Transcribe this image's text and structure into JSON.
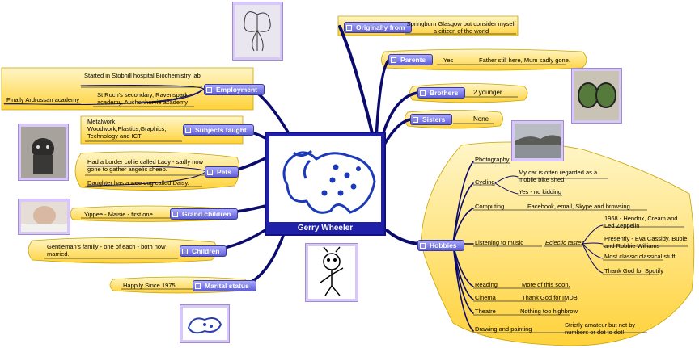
{
  "central": {
    "title": "Gerry Wheeler"
  },
  "branches": {
    "originally_from": {
      "label": "Originally from",
      "text": "Springburn Glasgow but consider myself a citizen of the world"
    },
    "parents": {
      "label": "Parents",
      "sub": "Yes",
      "text": "Father still here, Mum sadly gone."
    },
    "brothers": {
      "label": "Brothers",
      "text": "2 younger"
    },
    "sisters": {
      "label": "Sisters",
      "text": "None"
    },
    "employment": {
      "label": "Employment",
      "items": [
        "Started in Stobhill hospital Biochemistry lab",
        "St Roch's secondary, Ravenspark academy, Auchenharvie academy",
        "Finally Ardrossan academy"
      ]
    },
    "subjects": {
      "label": "Subjects taught",
      "text": "Metalwork, Woodwork,Plastics,Graphics, Technology and ICT"
    },
    "pets": {
      "label": "Pets",
      "items": [
        "Had a border collie called Lady - sadly now gone to gather angelic sheep.",
        "Daughter has a wee dog called Daisy."
      ]
    },
    "grand_children": {
      "label": "Grand children",
      "text": "Yippee - Maisie - first one"
    },
    "children": {
      "label": "Children",
      "text": "Gentleman's family - one of each - both now married."
    },
    "marital": {
      "label": "Marital status",
      "text": "Happily Since 1975"
    },
    "hobbies": {
      "label": "Hobbies",
      "photography": "Photography",
      "cycling": {
        "label": "Cycling",
        "items": [
          "My car is often regarded as a mobile bike shed",
          "Yes - no kidding"
        ]
      },
      "computing": {
        "label": "Computing",
        "text": "Facebook, email, Skype and browsing."
      },
      "music": {
        "label": "Listening to music",
        "sub": "Eclectic tastes",
        "items": [
          "1968 - Hendrix, Cream and Led Zeppelin",
          "Presently - Eva Cassidy, Buble and Robbie Williams",
          "Most classic classical stuff.",
          "Thank God for Spotify"
        ]
      },
      "reading": {
        "label": "Reading",
        "text": "More of this soon."
      },
      "cinema": {
        "label": "Cinema",
        "text": "Thank God for IMDB"
      },
      "theatre": {
        "label": "Theatre",
        "text": "Nothing too highbrow"
      },
      "drawing": {
        "label": "Drawing and painting",
        "text": "Strictly amateur but not by numbers or dot to dot!"
      }
    }
  },
  "colors": {
    "branch": "#0b0b6e",
    "node": "#6b6be0",
    "bubble": "#ffd84a",
    "picture_frame": "#d8c8f6"
  }
}
